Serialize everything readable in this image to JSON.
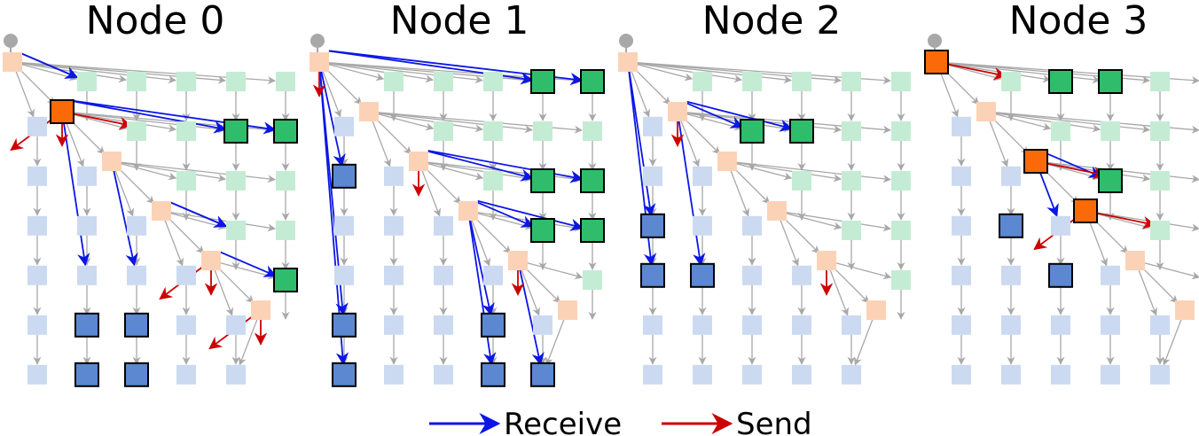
{
  "panels": [
    {
      "title": "Node 0"
    },
    {
      "title": "Node 1"
    },
    {
      "title": "Node 2"
    },
    {
      "title": "Node 3"
    }
  ],
  "legend": {
    "receive_label": "Receive",
    "send_label": "Send"
  },
  "colors": {
    "receive": "#0b16e6",
    "send": "#cc0000",
    "grid_edge": "#a8a8a8",
    "diag_active": "#fa6a08",
    "diag_faint": "#fcd2b6",
    "upper_active": "#2fbd6c",
    "upper_faint": "#c4ecd4",
    "lower_active": "#5b88d0",
    "lower_faint": "#cbdaf1",
    "root": "#a8a8a8"
  },
  "diagram": {
    "matrix_size": 6,
    "node_states": [
      {
        "diag_active": [
          1
        ],
        "upper_active": [
          [
            1,
            4
          ],
          [
            1,
            5
          ],
          [
            4,
            5
          ]
        ],
        "lower_active": [
          [
            5,
            1
          ],
          [
            5,
            2
          ],
          [
            6,
            1
          ],
          [
            6,
            2
          ]
        ],
        "receive_edges": [
          [
            0,
            1
          ],
          [
            0,
            1,
            "u"
          ],
          [
            1,
            4
          ],
          [
            1,
            5
          ],
          [
            3,
            4
          ],
          [
            3,
            4,
            "u"
          ],
          [
            4,
            5
          ],
          [
            4,
            1
          ],
          [
            4,
            2
          ]
        ],
        "send_edges": [
          [
            1,
            "l"
          ],
          [
            1,
            "d"
          ],
          [
            1,
            "r"
          ],
          [
            4,
            "l"
          ],
          [
            4,
            "d"
          ],
          [
            5,
            "l"
          ],
          [
            5,
            "d"
          ]
        ]
      },
      {
        "diag_active": [],
        "upper_active": [
          [
            0,
            4
          ],
          [
            0,
            5
          ],
          [
            2,
            4
          ],
          [
            2,
            5
          ],
          [
            3,
            4
          ],
          [
            3,
            5
          ]
        ],
        "lower_active": [
          [
            2,
            0
          ],
          [
            5,
            0
          ],
          [
            5,
            3
          ],
          [
            6,
            0
          ],
          [
            6,
            3
          ],
          [
            6,
            4
          ]
        ],
        "receive_edges": [
          [
            0,
            4
          ],
          [
            0,
            5
          ],
          [
            2,
            4
          ],
          [
            2,
            5
          ],
          [
            3,
            4
          ],
          [
            3,
            5
          ],
          [
            2,
            0
          ],
          [
            5,
            0
          ],
          [
            5,
            3
          ],
          [
            6,
            0
          ],
          [
            6,
            3
          ],
          [
            6,
            4
          ]
        ],
        "send_edges": [
          [
            0,
            "d"
          ],
          [
            2,
            "d"
          ],
          [
            4,
            "d"
          ]
        ]
      },
      {
        "diag_active": [],
        "upper_active": [
          [
            1,
            2
          ],
          [
            1,
            3
          ]
        ],
        "lower_active": [
          [
            3,
            0
          ],
          [
            4,
            0
          ],
          [
            4,
            1
          ]
        ],
        "receive_edges": [
          [
            1,
            2
          ],
          [
            1,
            3
          ],
          [
            3,
            0
          ],
          [
            4,
            0
          ],
          [
            4,
            1
          ]
        ],
        "send_edges": [
          [
            1,
            "d"
          ],
          [
            4,
            "d"
          ]
        ]
      },
      {
        "diag_active": [
          0,
          2,
          3
        ],
        "upper_active": [
          [
            0,
            2
          ],
          [
            0,
            3
          ],
          [
            2,
            3
          ]
        ],
        "lower_active": [
          [
            3,
            1
          ],
          [
            4,
            2
          ]
        ],
        "receive_edges": [
          [
            2,
            3
          ],
          [
            3,
            2
          ]
        ],
        "send_edges": [
          [
            0,
            "r"
          ],
          [
            2,
            "r"
          ],
          [
            3,
            "r"
          ],
          [
            3,
            "l"
          ]
        ]
      }
    ]
  }
}
